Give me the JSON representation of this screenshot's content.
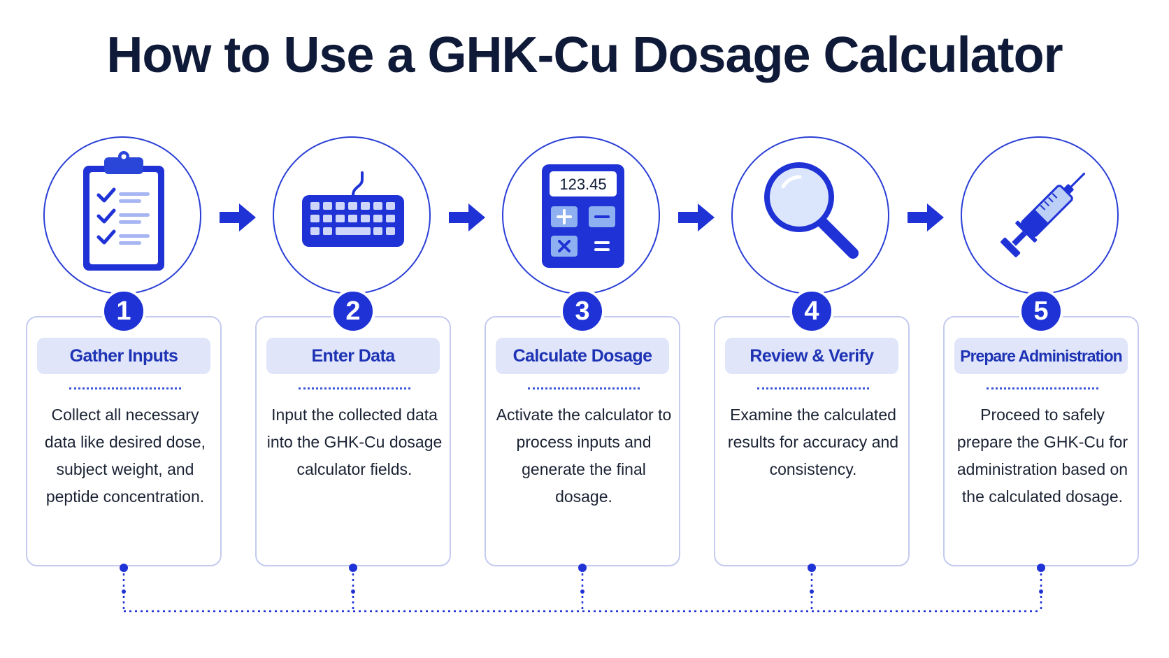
{
  "title": "How to Use a GHK-Cu Dosage Calculator",
  "colors": {
    "primary": "#1f32d6",
    "navy": "#0f1a38",
    "pill_bg": "#e0e5fa",
    "light_blue": "#8fa8f0"
  },
  "calculator_display": "123.45",
  "steps": [
    {
      "number": "1",
      "icon": "clipboard-checklist-icon",
      "title": "Gather Inputs",
      "description": "Collect all necessary data like desired dose, subject weight, and peptide concentration."
    },
    {
      "number": "2",
      "icon": "keyboard-icon",
      "title": "Enter Data",
      "description": "Input the collected data into the GHK-Cu dosage calculator fields."
    },
    {
      "number": "3",
      "icon": "calculator-icon",
      "title": "Calculate Dosage",
      "description": "Activate the calculator to process inputs and generate the final dosage."
    },
    {
      "number": "4",
      "icon": "magnifying-glass-icon",
      "title": "Review & Verify",
      "description": "Examine the calculated results for accuracy and consistency."
    },
    {
      "number": "5",
      "icon": "syringe-icon",
      "title": "Prepare Administration",
      "description": "Proceed to safely prepare the GHK-Cu for administration based on the calculated dosage."
    }
  ]
}
